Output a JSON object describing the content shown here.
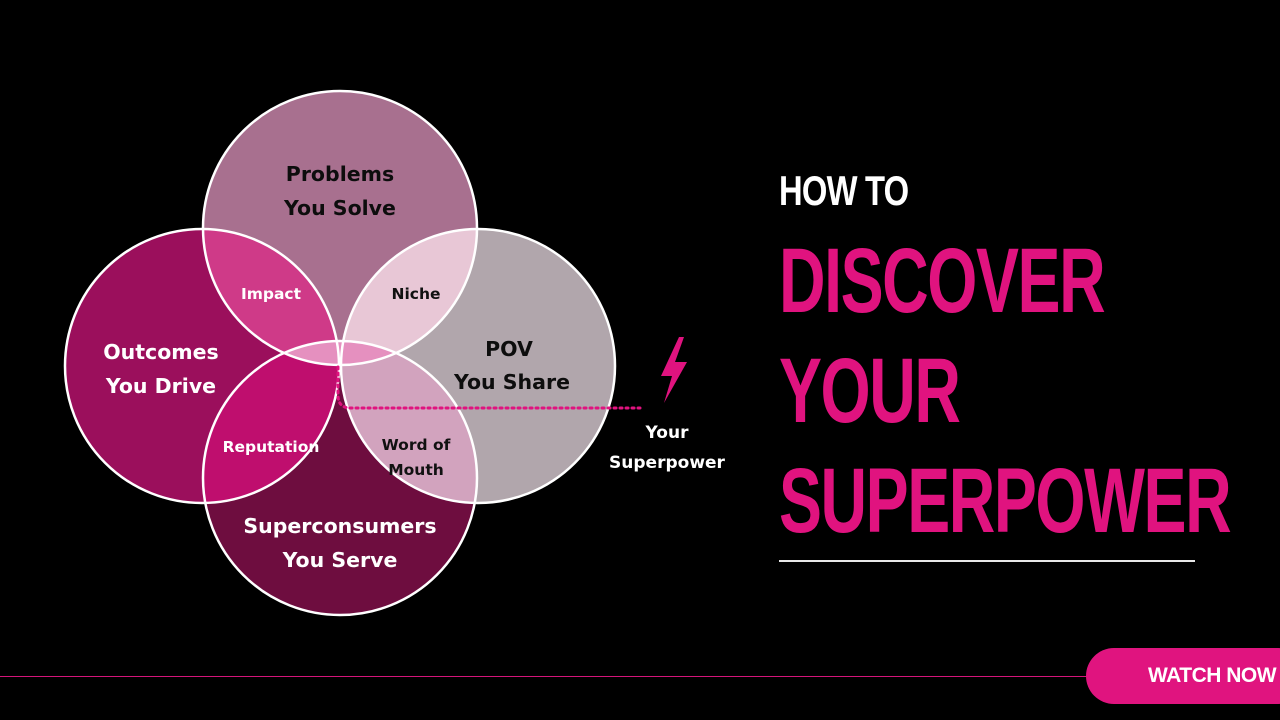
{
  "diagram": {
    "circles": {
      "top": {
        "line1": "Problems",
        "line2": "You Solve",
        "color": "#a8708f"
      },
      "left": {
        "line1": "Outcomes",
        "line2": "You Drive",
        "color": "#9b0f5c"
      },
      "right": {
        "line1": "POV",
        "line2": "You Share",
        "color": "#b1a6ac"
      },
      "bottom": {
        "line1": "Superconsumers",
        "line2": "You Serve",
        "color": "#6e0d3f"
      }
    },
    "overlaps": {
      "impact": "Impact",
      "niche": "Niche",
      "reputation": "Reputation",
      "word_of_mouth_line1": "Word of",
      "word_of_mouth_line2": "Mouth"
    },
    "superpower": {
      "line1": "Your",
      "line2": "Superpower",
      "icon": "lightning-bolt-icon",
      "accent": "#e0137f"
    }
  },
  "title": {
    "prefix": "HOW TO",
    "line1": "DISCOVER",
    "line2": "YOUR",
    "line3": "SUPERPOWER",
    "accent": "#e0137f"
  },
  "cta": {
    "label": "WATCH NOW",
    "color": "#e0147f"
  }
}
